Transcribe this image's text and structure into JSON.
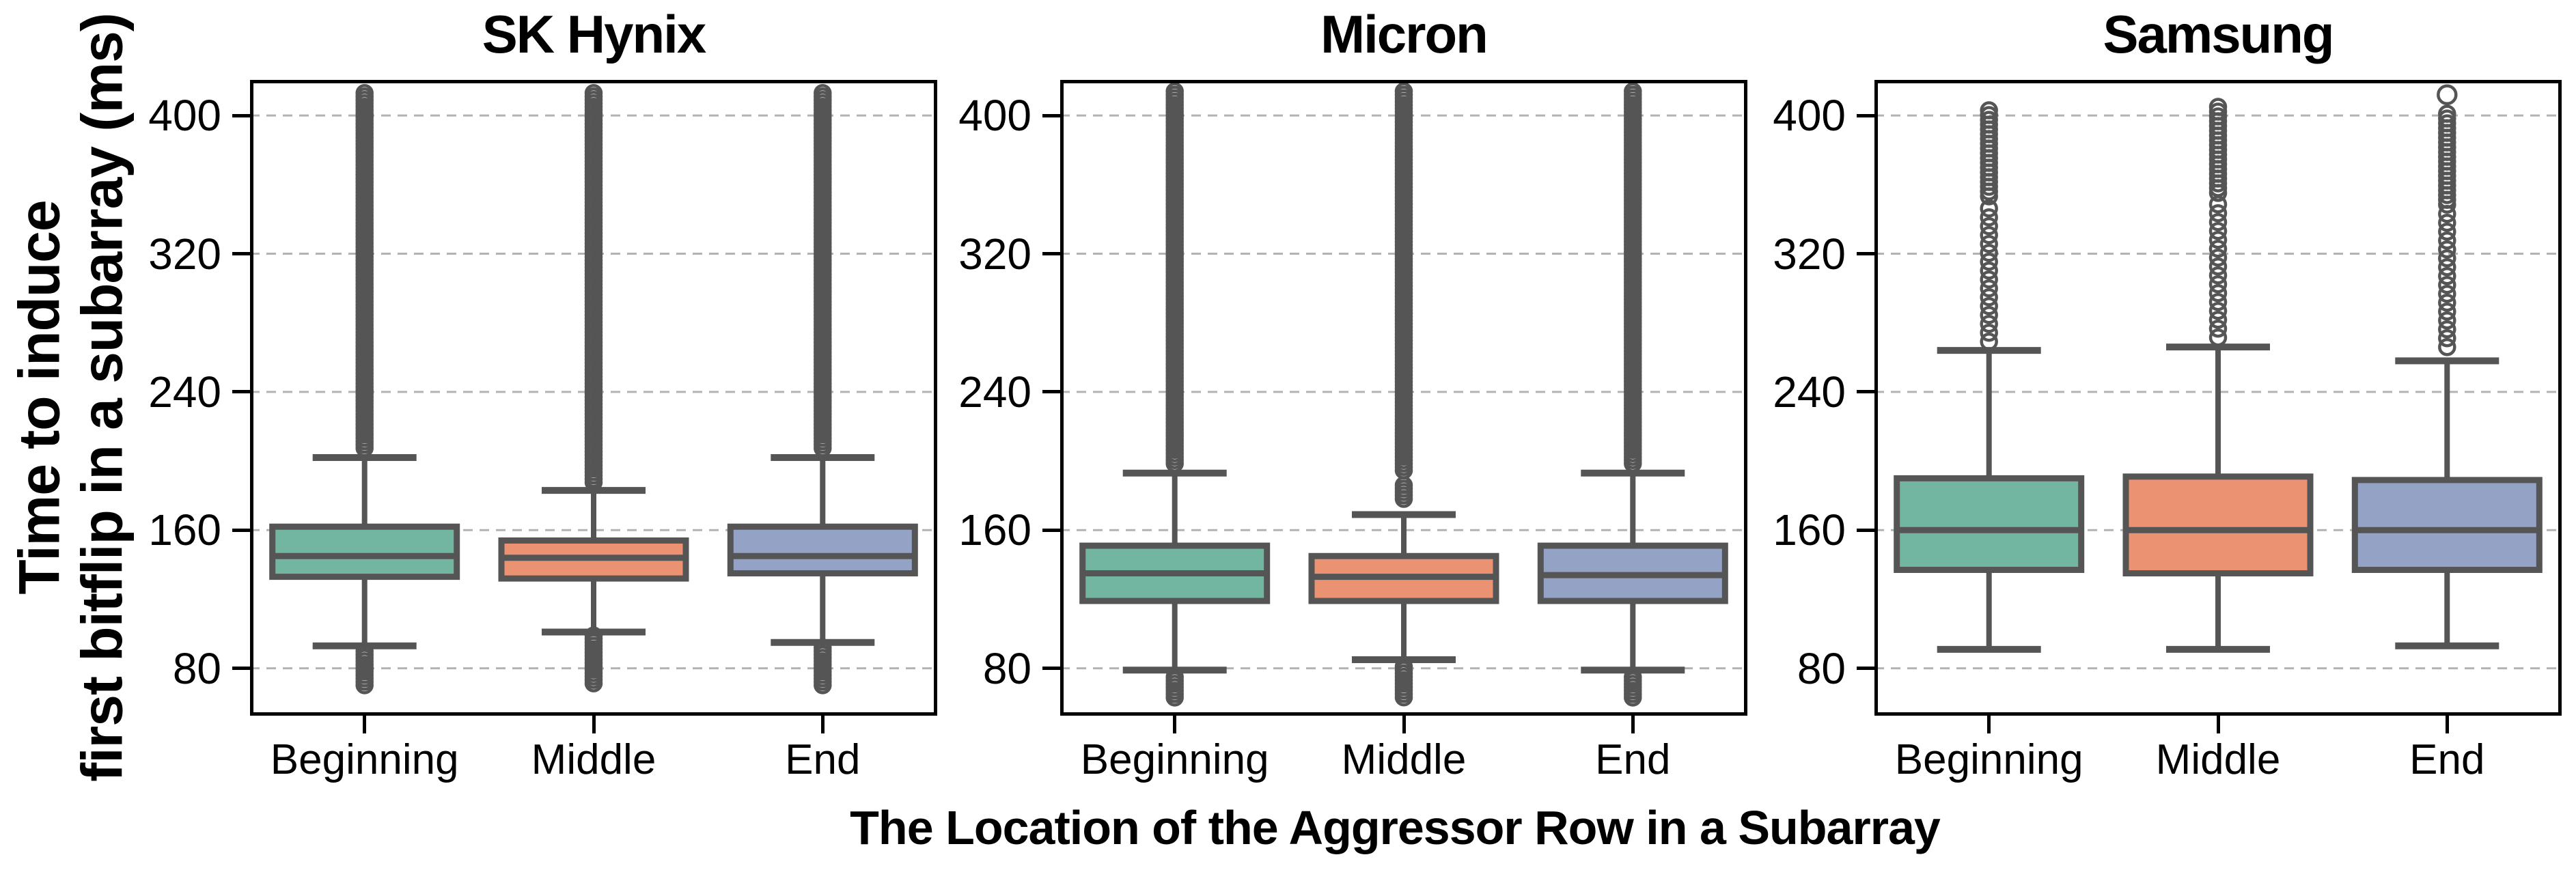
{
  "figure": {
    "ylabel_line1": "Time to induce",
    "ylabel_line2": "first bitflip in a subarray (ms)"
  },
  "chart_data": {
    "type": "boxplot",
    "layout": "three panels side by side sharing one y-axis",
    "xlabel": "The Location of the Aggressor Row in a Subarray",
    "ylabel": "Time to induce\nfirst bitflip in a subarray (ms)",
    "categories": [
      "Beginning",
      "Middle",
      "End"
    ],
    "yticks": [
      80,
      160,
      240,
      320,
      400
    ],
    "ylim": [
      53,
      421
    ],
    "grid": "horizontal dashed gridlines at each y tick",
    "legend": "none",
    "colors": {
      "box_fills": {
        "Beginning": "#72b5a0",
        "Middle": "#eb9273",
        "End": "#94a3c5"
      },
      "line": "#555555",
      "grid": "#b3b3b3",
      "frame": "#000000"
    },
    "panels": [
      {
        "title": "SK Hynix",
        "boxes": [
          {
            "label": "Beginning",
            "whislo": 93,
            "q1": 133,
            "med": 145,
            "q3": 162,
            "whishi": 202,
            "fliers": [
              {
                "from": 206,
                "to": 413,
                "density": "dense"
              },
              {
                "from": 69,
                "to": 90,
                "density": "dense"
              }
            ]
          },
          {
            "label": "Middle",
            "whislo": 101,
            "q1": 132,
            "med": 144,
            "q3": 154,
            "whishi": 183,
            "fliers": [
              {
                "from": 187,
                "to": 413,
                "density": "dense"
              },
              {
                "from": 71,
                "to": 99,
                "density": "dense"
              }
            ]
          },
          {
            "label": "End",
            "whislo": 95,
            "q1": 135,
            "med": 145,
            "q3": 162,
            "whishi": 202,
            "fliers": [
              {
                "from": 206,
                "to": 413,
                "density": "dense"
              },
              {
                "from": 69,
                "to": 92,
                "density": "dense"
              }
            ]
          }
        ]
      },
      {
        "title": "Micron",
        "boxes": [
          {
            "label": "Beginning",
            "whislo": 79,
            "q1": 119,
            "med": 135,
            "q3": 151,
            "whishi": 193,
            "fliers": [
              {
                "from": 197,
                "to": 414,
                "density": "dense"
              },
              {
                "from": 62,
                "to": 75,
                "density": "dense"
              }
            ]
          },
          {
            "label": "Middle",
            "whislo": 85,
            "q1": 119,
            "med": 133,
            "q3": 145,
            "whishi": 169,
            "fliers": [
              {
                "from": 194,
                "to": 414,
                "density": "dense"
              },
              {
                "from": 178,
                "to": 186,
                "density": "dense"
              },
              {
                "from": 63,
                "to": 81,
                "density": "dense"
              }
            ]
          },
          {
            "label": "End",
            "whislo": 79,
            "q1": 119,
            "med": 134,
            "q3": 151,
            "whishi": 193,
            "fliers": [
              {
                "from": 197,
                "to": 414,
                "density": "dense"
              },
              {
                "from": 62,
                "to": 75,
                "density": "dense"
              }
            ]
          }
        ]
      },
      {
        "title": "Samsung",
        "boxes": [
          {
            "label": "Beginning",
            "whislo": 91,
            "q1": 137,
            "med": 160,
            "q3": 190,
            "whishi": 264,
            "fliers": [
              {
                "from": 267,
                "to": 403,
                "density": "sparse"
              }
            ]
          },
          {
            "label": "Middle",
            "whislo": 91,
            "q1": 135,
            "med": 160,
            "q3": 191,
            "whishi": 266,
            "fliers": [
              {
                "from": 270,
                "to": 405,
                "density": "sparse"
              }
            ]
          },
          {
            "label": "End",
            "whislo": 93,
            "q1": 137,
            "med": 160,
            "q3": 189,
            "whishi": 258,
            "fliers": [
              {
                "from": 262,
                "to": 401,
                "density": "sparse"
              }
            ],
            "points": [
              412
            ]
          }
        ]
      }
    ]
  }
}
